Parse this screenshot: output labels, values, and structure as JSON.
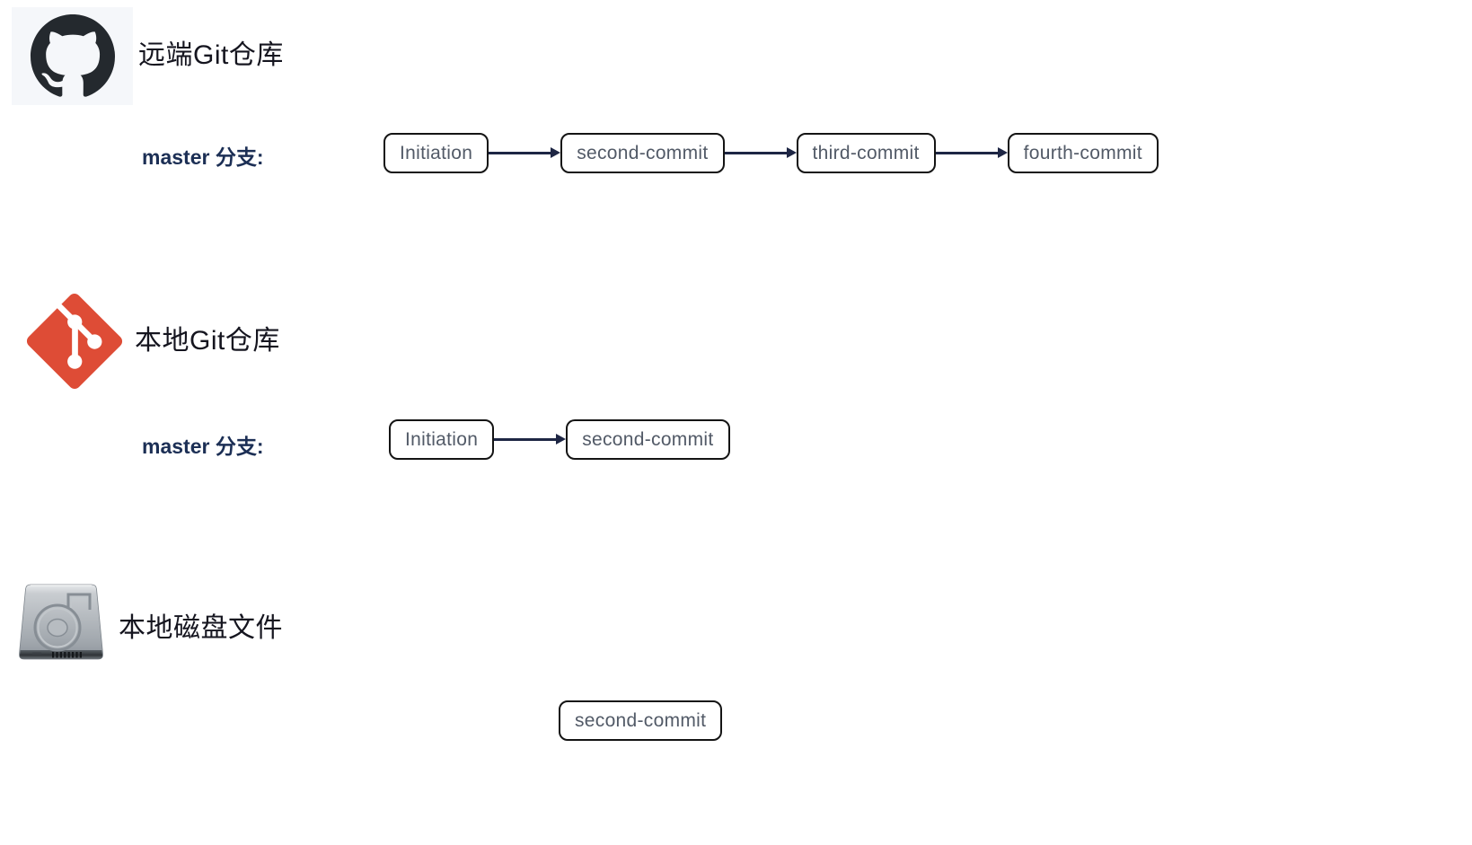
{
  "colors": {
    "page_bg": "#ffffff",
    "heading_text": "#15151f",
    "branch_label_text": "#1c2f55",
    "box_border": "#141414",
    "box_text": "#525a67",
    "arrow": "#1e2644",
    "github_bg": "#f5f7fa",
    "github_mark": "#24292e",
    "git_logo": "#de4c36"
  },
  "sections": {
    "remote": {
      "icon": "github-icon",
      "title": "远端Git仓库",
      "branch_label": "master 分支:",
      "commits": [
        "Initiation",
        "second-commit",
        "third-commit",
        "fourth-commit"
      ]
    },
    "local": {
      "icon": "git-icon",
      "title": "本地Git仓库",
      "branch_label": "master 分支:",
      "commits": [
        "Initiation",
        "second-commit"
      ]
    },
    "disk": {
      "icon": "hard-drive-icon",
      "title": "本地磁盘文件",
      "files": [
        "second-commit"
      ]
    }
  }
}
